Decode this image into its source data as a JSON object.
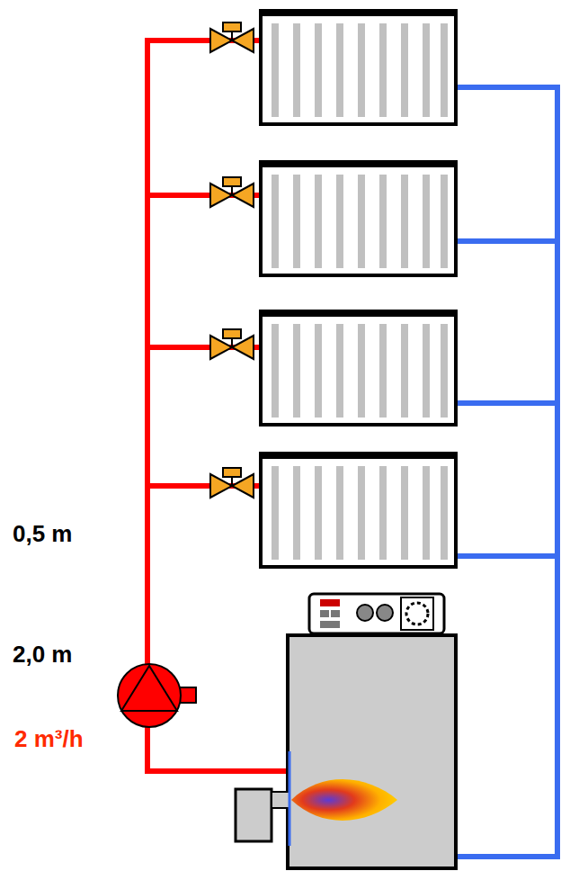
{
  "diagram": {
    "labels": [
      "0,5 m",
      "2,0 m",
      "2 m³/h"
    ]
  }
}
